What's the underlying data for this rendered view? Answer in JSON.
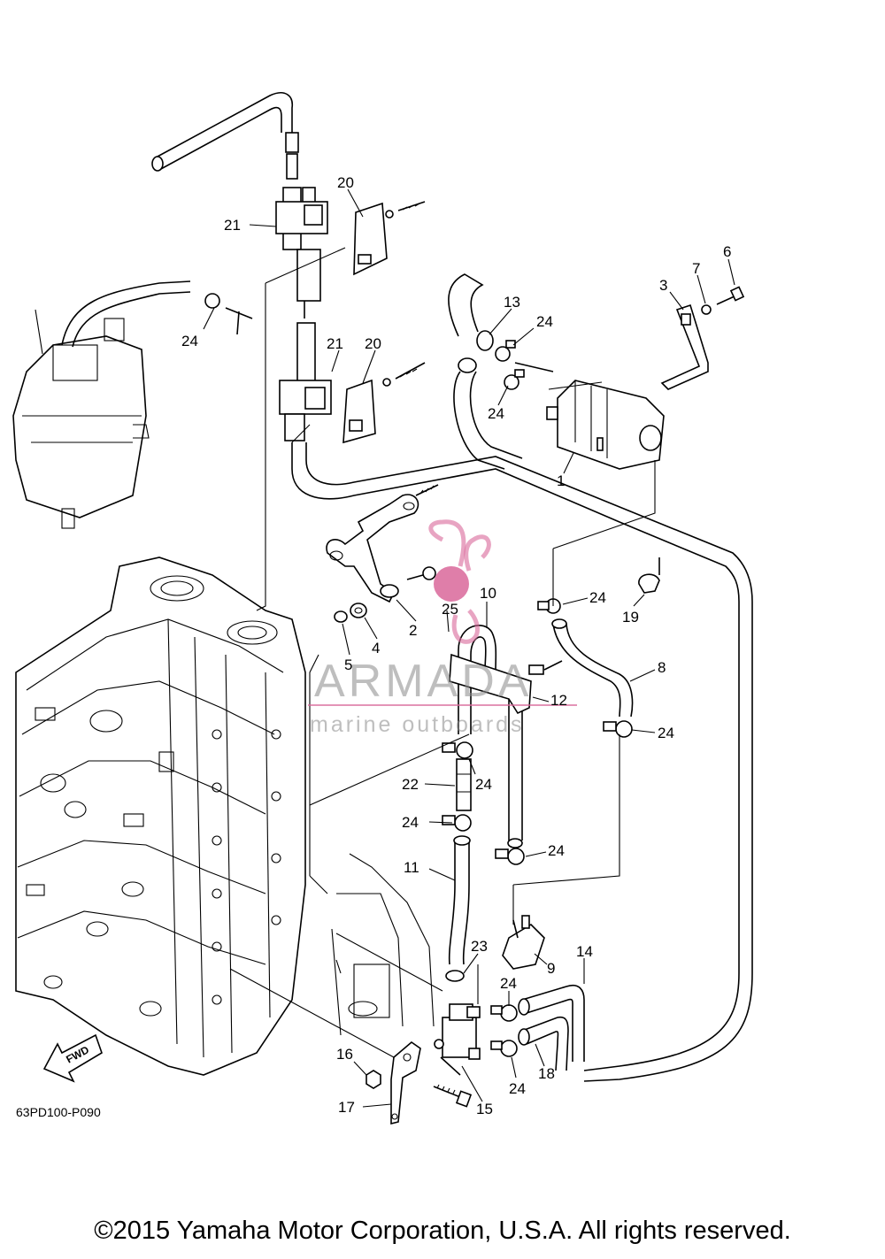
{
  "diagram": {
    "code": "63PD100-P090",
    "fwd_label": "FWD",
    "callouts": [
      "1",
      "2",
      "3",
      "4",
      "5",
      "6",
      "7",
      "8",
      "9",
      "10",
      "11",
      "12",
      "13",
      "14",
      "15",
      "16",
      "17",
      "18",
      "19",
      "20",
      "21",
      "22",
      "23",
      "24",
      "25"
    ]
  },
  "watermark": {
    "brand": "ARMADA",
    "tagline": "marine outboards",
    "accent_color": "#d9679a"
  },
  "footer": {
    "copyright": "©2015 Yamaha Motor Corporation, U.S.A. All rights reserved."
  }
}
